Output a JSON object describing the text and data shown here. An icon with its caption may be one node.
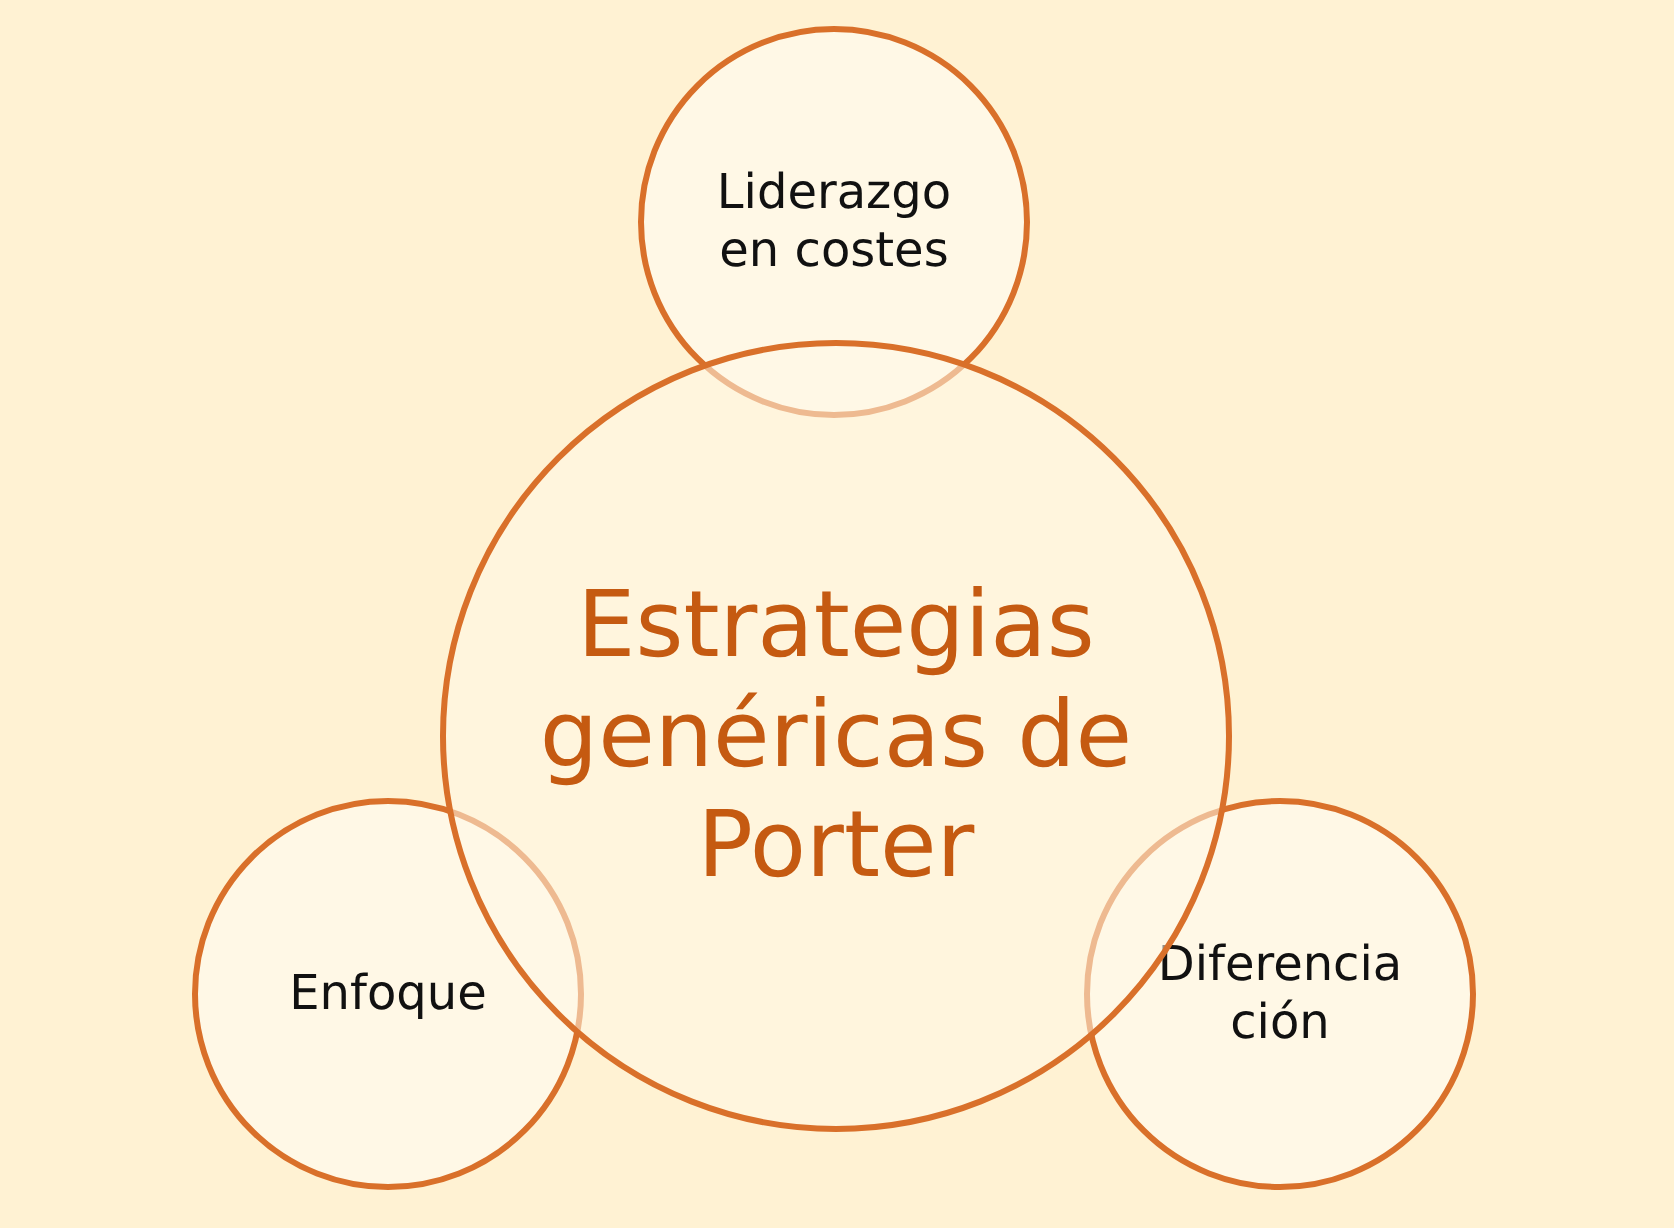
{
  "diagram": {
    "nodes": [
      {
        "text": [
          "Liderazgo en costes"
        ]
      },
      {
        "text": [
          "Estrategias genéricas de Porter"
        ]
      },
      {
        "text": [
          "Enfoque"
        ]
      },
      {
        "text": [
          "Diferencia ción"
        ]
      }
    ]
  }
}
